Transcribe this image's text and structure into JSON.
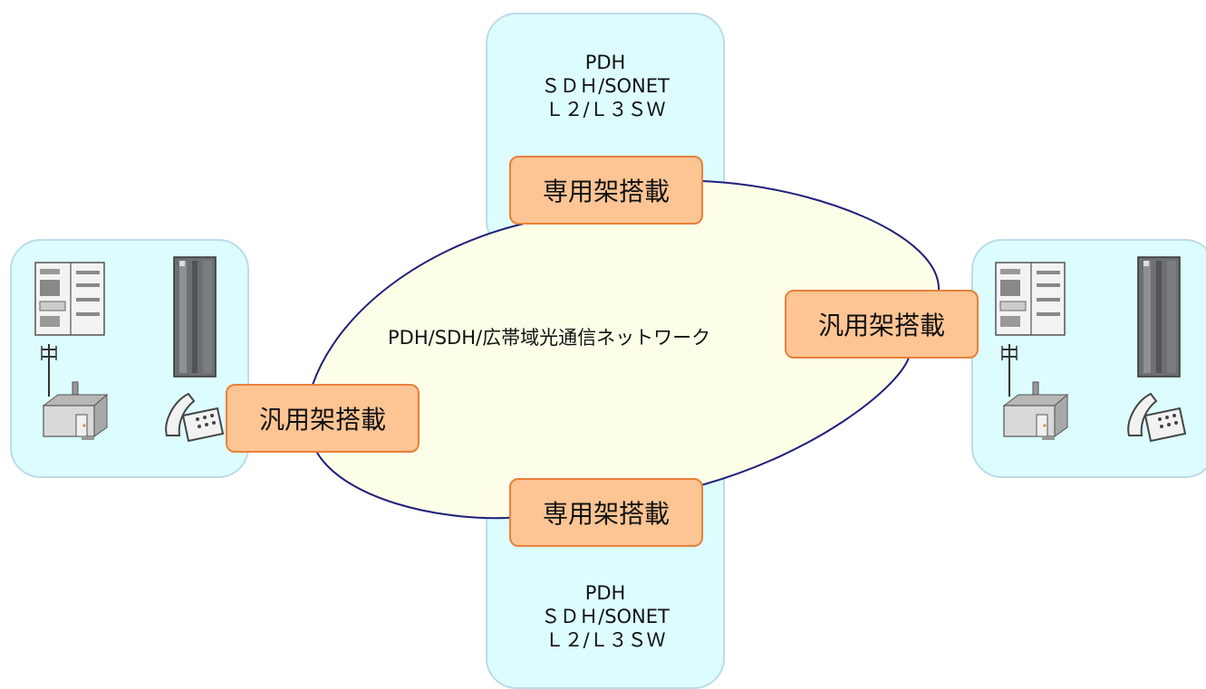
{
  "top_panel": {
    "line1": "PDH",
    "line2": "ＳＤＨ/SONET",
    "line3": "Ｌ２/Ｌ３ＳＷ"
  },
  "bottom_panel": {
    "line1": "PDH",
    "line2": "ＳＤＨ/SONET",
    "line3": "Ｌ２/Ｌ３ＳＷ"
  },
  "network_label": "PDH/SDH/広帯域光通信ネットワーク",
  "labels": {
    "top": "専用架搭載",
    "bottom": "専用架搭載",
    "left": "汎用架搭載",
    "right": "汎用架搭載"
  },
  "colors": {
    "panel_fill": "#dcfcfe",
    "network_fill": "#fdfee8",
    "network_stroke": "#1f1f7a",
    "label_fill": "#fdc594",
    "label_stroke": "#e8803a"
  },
  "equipment_icons": [
    "server-cabinet-icon",
    "rack-tower-icon",
    "antenna-building-icon",
    "telephone-icon"
  ]
}
